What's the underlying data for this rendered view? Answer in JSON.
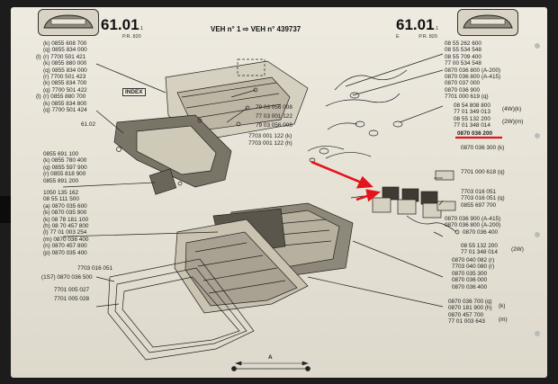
{
  "header": {
    "left_number": "61.01",
    "left_number_suffix": ".1",
    "left_sub": "P.R. 820",
    "right_number": "61.01",
    "right_number_suffix": ".1",
    "right_sub": "P.R. 820",
    "right_sub_prefix": "E",
    "veh_label": "VEH n° 1 ⇨ VEH n° 439737"
  },
  "left_refs": {
    "top_block": [
      "(k) 0855 608 700",
      "(q) 0855 834 000",
      "(r) 7700 501 421",
      "(k) 0855 880 000",
      "(q) 0855 834 000",
      "(r) 7700 501 423",
      "(k) 0855 834 700",
      "(q) 7700 501 422",
      "(r) 0855 880 700",
      "(k) 0855 834 800",
      "(q) 7700 501 424"
    ],
    "top_block_side": [
      "(l)",
      "(l)"
    ],
    "small_label_1": "61.02",
    "mid_block": [
      "0855 691 100",
      "(k) 0855 780 400",
      "(q) 0855 597 900",
      "(r) 0855 818 900",
      "0855 891 200"
    ],
    "lower_block": [
      "1050 135 162",
      "08 55 111 500",
      "(a) 0870 035 600",
      "(k) 0870 035 900",
      "(k) 08 78 181 100",
      "(h) 08 70 457 800",
      "(l) 77 01 003 254",
      "(m) 0870 036 400",
      "(n) 0870 457 800",
      "(p) 0870 035 400"
    ],
    "bottom_block": [
      "7703 016 051",
      "(1S7) 0870 036 500",
      "7701 005 027",
      "7701 005 028"
    ]
  },
  "center_refs": {
    "pointer_label": "INDEX",
    "refs": [
      "79 03 056 008",
      "77 03 001 122",
      "79 03 056 008",
      "7703 001 122 (k)",
      "7703 001 122 (h)"
    ],
    "dimension_label": "A"
  },
  "right_refs": {
    "top": [
      "08 55 262 600",
      "08 55 534 548",
      "08 55 709 400",
      "77 00 534 548",
      "0870 036 800 (A-200)",
      "0870 036 800 (A-415)",
      "0870 037 000",
      "0870 036 900",
      "7701 000 619 (q)"
    ],
    "group_4w": [
      "08 54 808 800",
      "77 01 349 013",
      "08 55 132 200",
      "77 01 348 014"
    ],
    "group_4w_tag": "(4W)(k)",
    "group_2w_tag": "(2W)(m)",
    "highlighted_ref": "0870 036 200",
    "mid": [
      "0870 036 300 (k)",
      "7701 000 618 (q)",
      "7703 016 051",
      "7703 016 051 (q)",
      "0855 697 700",
      "0870 036 900 (A-415)",
      "0870 036 800 (A-200)",
      "0870 036 400"
    ],
    "group_2w": [
      "08 55 132 200",
      "77 01 348 014"
    ],
    "group_2w_tag2": "(2W)",
    "lower": [
      "0870 040 082 (r)",
      "7703 040 080 (r)",
      "0870 035 300",
      "0870 036 000",
      "0870 036 400"
    ],
    "bottom": [
      "0870 036 700 (q)",
      "0870 181 900 (h)",
      "0870 457 700",
      "77 01 003 643"
    ],
    "bottom_tags": [
      "(k)",
      "(m)"
    ]
  },
  "colors": {
    "paper": "#e9e4d6",
    "ink": "#222222",
    "annotation_red": "#e3141b",
    "background": "#1c1c1c"
  }
}
